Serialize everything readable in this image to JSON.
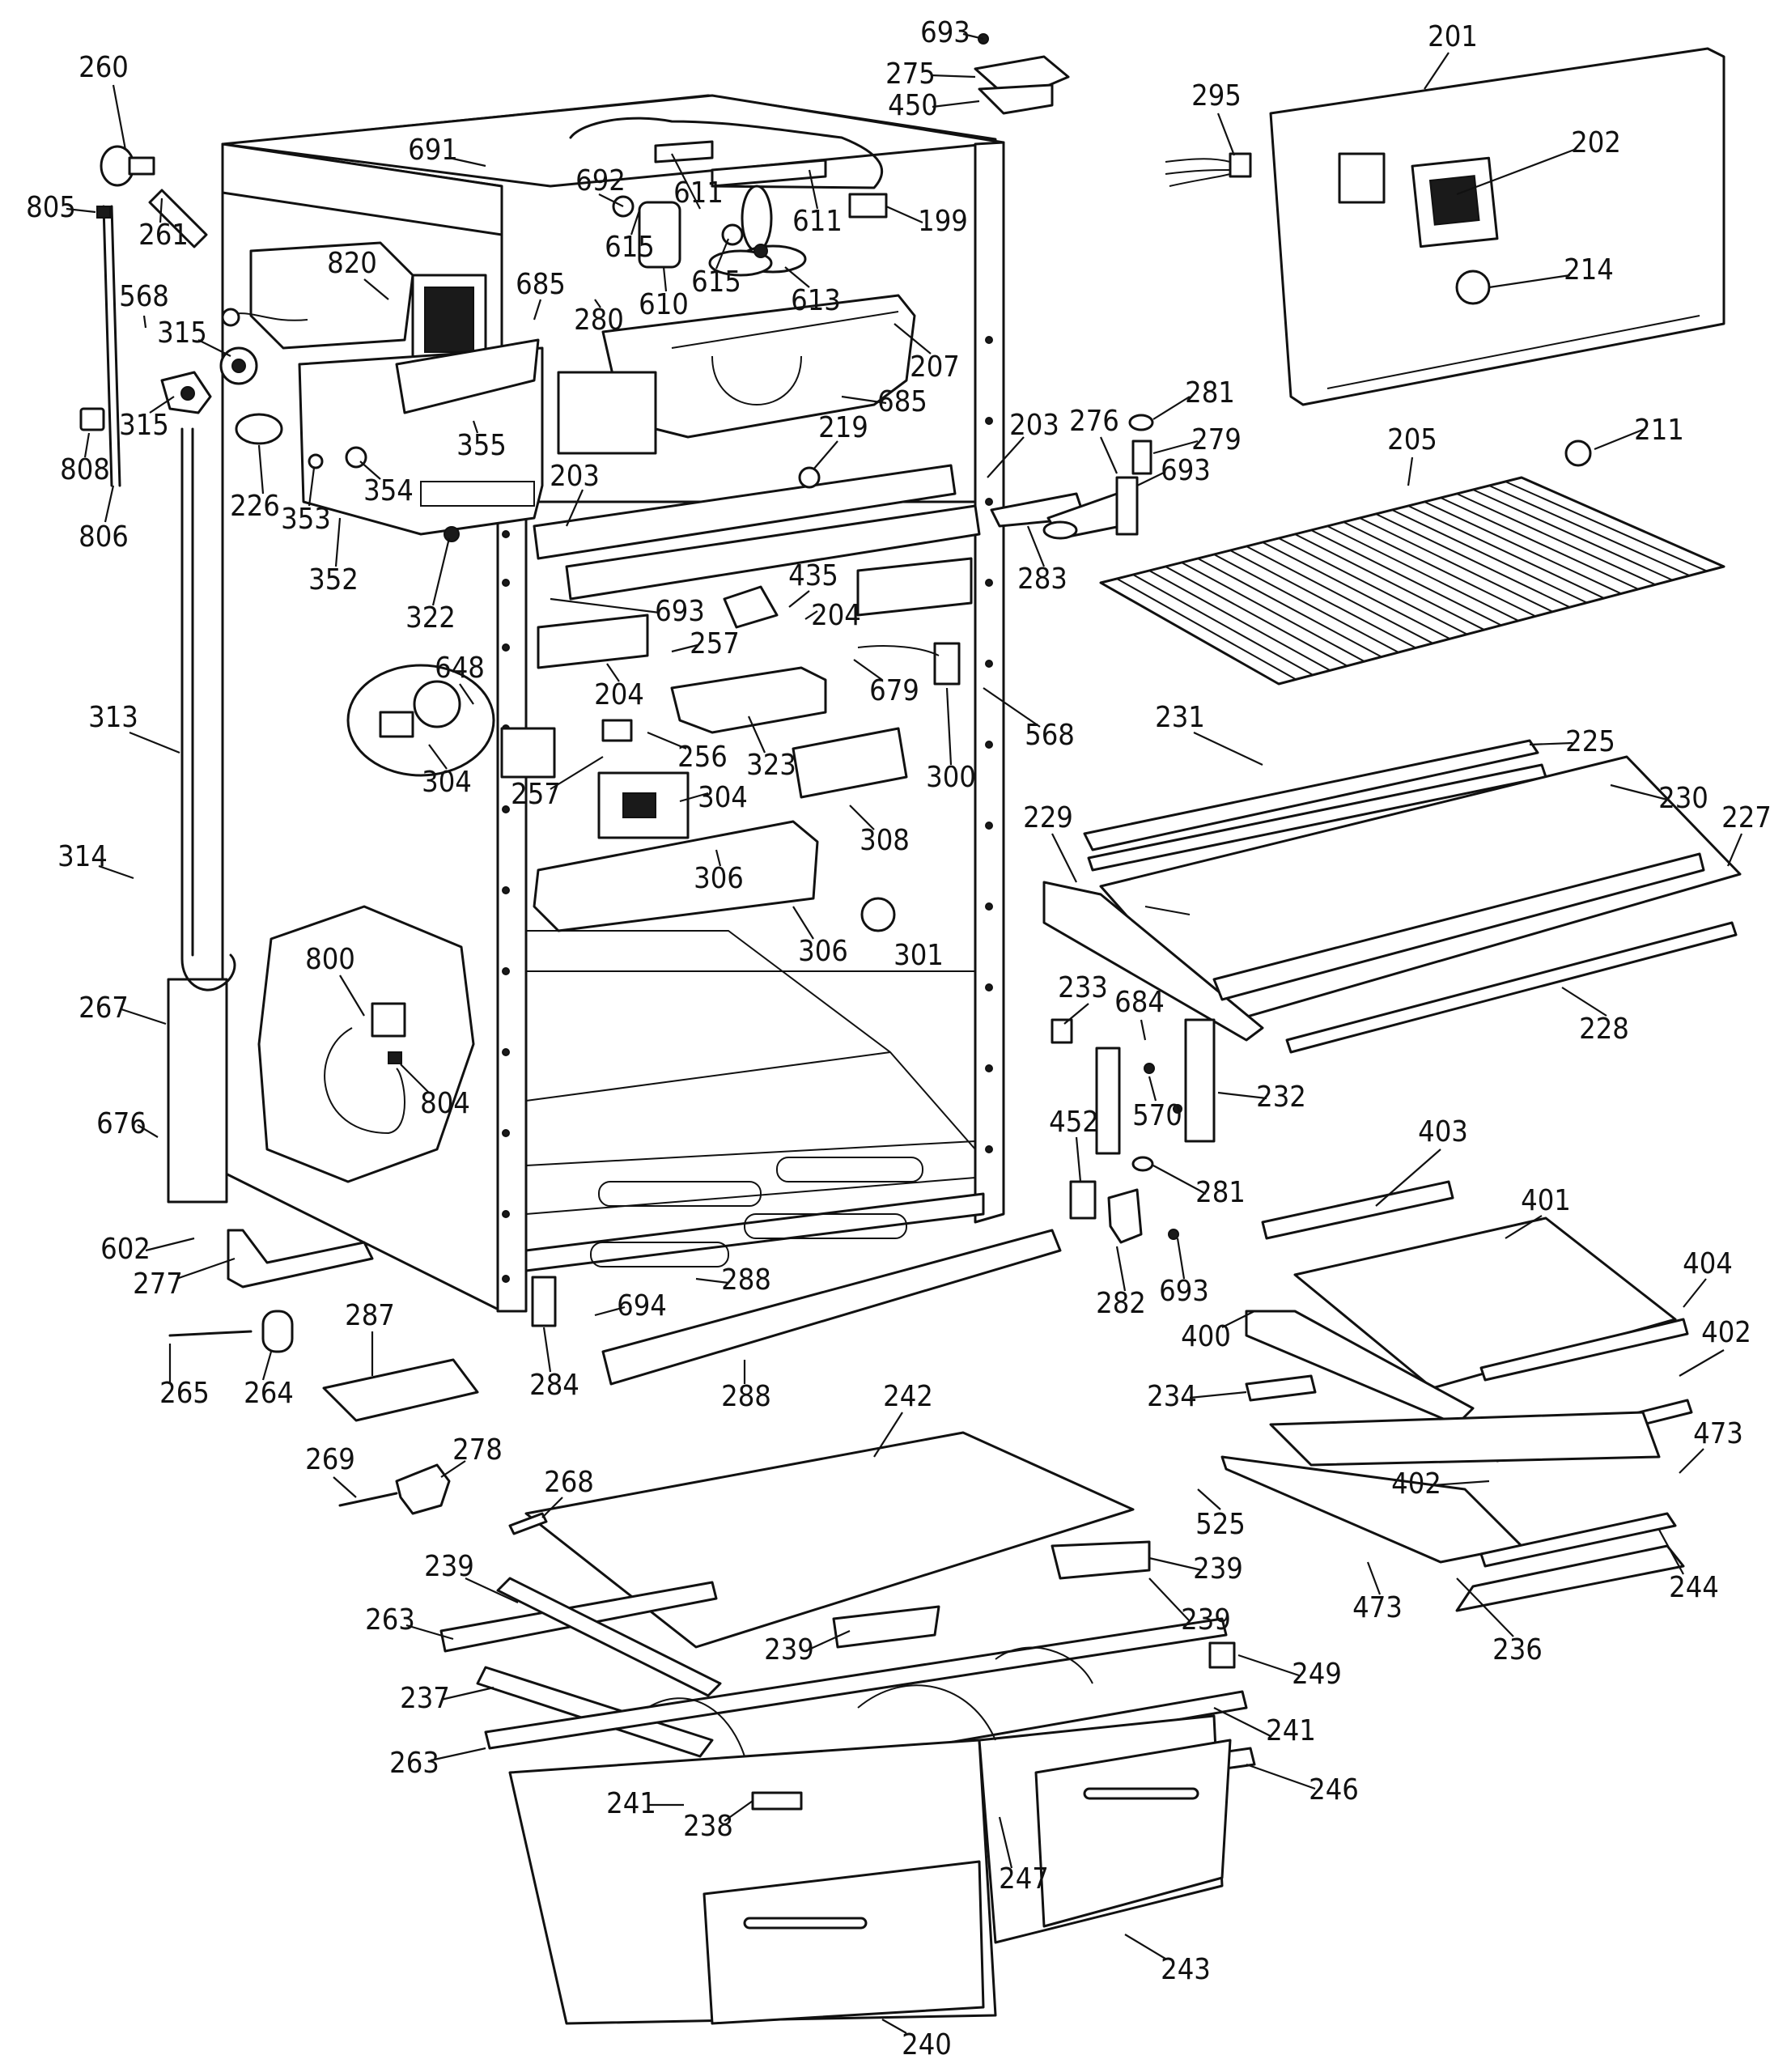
{
  "labels": [
    {
      "id": "693a",
      "text": "693"
    },
    {
      "id": "201",
      "text": "201"
    },
    {
      "id": "275",
      "text": "275"
    },
    {
      "id": "450",
      "text": "450"
    },
    {
      "id": "260",
      "text": "260"
    },
    {
      "id": "295",
      "text": "295"
    },
    {
      "id": "202",
      "text": "202"
    },
    {
      "id": "691",
      "text": "691"
    },
    {
      "id": "692",
      "text": "692"
    },
    {
      "id": "611a",
      "text": "611"
    },
    {
      "id": "611b",
      "text": "611"
    },
    {
      "id": "199",
      "text": "199"
    },
    {
      "id": "805",
      "text": "805"
    },
    {
      "id": "261",
      "text": "261"
    },
    {
      "id": "820",
      "text": "820"
    },
    {
      "id": "615a",
      "text": "615"
    },
    {
      "id": "615b",
      "text": "615"
    },
    {
      "id": "610",
      "text": "610"
    },
    {
      "id": "613",
      "text": "613"
    },
    {
      "id": "214",
      "text": "214"
    },
    {
      "id": "568a",
      "text": "568"
    },
    {
      "id": "685a",
      "text": "685"
    },
    {
      "id": "280",
      "text": "280"
    },
    {
      "id": "315a",
      "text": "315"
    },
    {
      "id": "207",
      "text": "207"
    },
    {
      "id": "281a",
      "text": "281"
    },
    {
      "id": "315b",
      "text": "315"
    },
    {
      "id": "355",
      "text": "355"
    },
    {
      "id": "685b",
      "text": "685"
    },
    {
      "id": "808",
      "text": "808"
    },
    {
      "id": "219",
      "text": "219"
    },
    {
      "id": "203a",
      "text": "203"
    },
    {
      "id": "276",
      "text": "276"
    },
    {
      "id": "279",
      "text": "279"
    },
    {
      "id": "211",
      "text": "211"
    },
    {
      "id": "205",
      "text": "205"
    },
    {
      "id": "226",
      "text": "226"
    },
    {
      "id": "354",
      "text": "354"
    },
    {
      "id": "203b",
      "text": "203"
    },
    {
      "id": "693b",
      "text": "693"
    },
    {
      "id": "806",
      "text": "806"
    },
    {
      "id": "353",
      "text": "353"
    },
    {
      "id": "352",
      "text": "352"
    },
    {
      "id": "283",
      "text": "283"
    },
    {
      "id": "435",
      "text": "435"
    },
    {
      "id": "322",
      "text": "322"
    },
    {
      "id": "693c",
      "text": "693"
    },
    {
      "id": "204a",
      "text": "204"
    },
    {
      "id": "257a",
      "text": "257"
    },
    {
      "id": "679",
      "text": "679"
    },
    {
      "id": "204b",
      "text": "204"
    },
    {
      "id": "648",
      "text": "648"
    },
    {
      "id": "568b",
      "text": "568"
    },
    {
      "id": "313",
      "text": "313"
    },
    {
      "id": "231",
      "text": "231"
    },
    {
      "id": "225",
      "text": "225"
    },
    {
      "id": "256",
      "text": "256"
    },
    {
      "id": "323",
      "text": "323"
    },
    {
      "id": "300",
      "text": "300"
    },
    {
      "id": "304a",
      "text": "304"
    },
    {
      "id": "257b",
      "text": "257"
    },
    {
      "id": "304b",
      "text": "304"
    },
    {
      "id": "230",
      "text": "230"
    },
    {
      "id": "229",
      "text": "229"
    },
    {
      "id": "227",
      "text": "227"
    },
    {
      "id": "308",
      "text": "308"
    },
    {
      "id": "314",
      "text": "314"
    },
    {
      "id": "306a",
      "text": "306"
    },
    {
      "id": "306b",
      "text": "306"
    },
    {
      "id": "301",
      "text": "301"
    },
    {
      "id": "800",
      "text": "800"
    },
    {
      "id": "233",
      "text": "233"
    },
    {
      "id": "684",
      "text": "684"
    },
    {
      "id": "228",
      "text": "228"
    },
    {
      "id": "267",
      "text": "267"
    },
    {
      "id": "232",
      "text": "232"
    },
    {
      "id": "804",
      "text": "804"
    },
    {
      "id": "570",
      "text": "570"
    },
    {
      "id": "452",
      "text": "452"
    },
    {
      "id": "676",
      "text": "676"
    },
    {
      "id": "403",
      "text": "403"
    },
    {
      "id": "281b",
      "text": "281"
    },
    {
      "id": "401",
      "text": "401"
    },
    {
      "id": "602",
      "text": "602"
    },
    {
      "id": "277",
      "text": "277"
    },
    {
      "id": "288a",
      "text": "288"
    },
    {
      "id": "404",
      "text": "404"
    },
    {
      "id": "694",
      "text": "694"
    },
    {
      "id": "282",
      "text": "282"
    },
    {
      "id": "693d",
      "text": "693"
    },
    {
      "id": "400",
      "text": "400"
    },
    {
      "id": "287",
      "text": "287"
    },
    {
      "id": "402a",
      "text": "402"
    },
    {
      "id": "265",
      "text": "265"
    },
    {
      "id": "264",
      "text": "264"
    },
    {
      "id": "284",
      "text": "284"
    },
    {
      "id": "288b",
      "text": "288"
    },
    {
      "id": "242",
      "text": "242"
    },
    {
      "id": "234",
      "text": "234"
    },
    {
      "id": "473a",
      "text": "473"
    },
    {
      "id": "269",
      "text": "269"
    },
    {
      "id": "278",
      "text": "278"
    },
    {
      "id": "268",
      "text": "268"
    },
    {
      "id": "402b",
      "text": "402"
    },
    {
      "id": "525",
      "text": "525"
    },
    {
      "id": "239a",
      "text": "239"
    },
    {
      "id": "239b",
      "text": "239"
    },
    {
      "id": "244",
      "text": "244"
    },
    {
      "id": "473b",
      "text": "473"
    },
    {
      "id": "263a",
      "text": "263"
    },
    {
      "id": "239c",
      "text": "239"
    },
    {
      "id": "239d",
      "text": "239"
    },
    {
      "id": "236",
      "text": "236"
    },
    {
      "id": "249",
      "text": "249"
    },
    {
      "id": "237",
      "text": "237"
    },
    {
      "id": "241a",
      "text": "241"
    },
    {
      "id": "263b",
      "text": "263"
    },
    {
      "id": "246",
      "text": "246"
    },
    {
      "id": "241b",
      "text": "241"
    },
    {
      "id": "238",
      "text": "238"
    },
    {
      "id": "247",
      "text": "247"
    },
    {
      "id": "243",
      "text": "243"
    },
    {
      "id": "240",
      "text": "240"
    }
  ]
}
